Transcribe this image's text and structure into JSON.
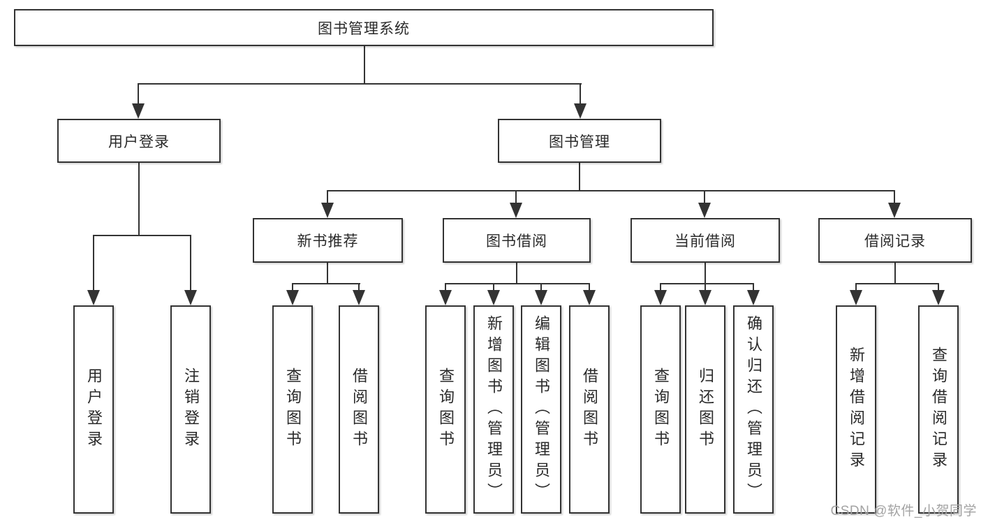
{
  "diagram": {
    "root": "图书管理系统",
    "level1": [
      {
        "label": "用户登录",
        "children": [
          "用户登录",
          "注销登录"
        ]
      },
      {
        "label": "图书管理"
      }
    ],
    "level2": [
      {
        "label": "新书推荐",
        "children": [
          "查询图书",
          "借阅图书"
        ]
      },
      {
        "label": "图书借阅",
        "children": [
          "查询图书",
          "新增图书（管理员）",
          "编辑图书（管理员）",
          "借阅图书"
        ]
      },
      {
        "label": "当前借阅",
        "children": [
          "查询图书",
          "归还图书",
          "确认归还（管理员）"
        ]
      },
      {
        "label": "借阅记录",
        "children": [
          "新增借阅记录",
          "查询借阅记录"
        ]
      }
    ]
  },
  "watermark": "CSDN @软件_小贺同学",
  "colors": {
    "line": "#333333",
    "box_border": "#333333",
    "box_background": "#ffffff",
    "text": "#2a2a2a",
    "watermark": "#a3a3a3",
    "background": "#ffffff"
  }
}
